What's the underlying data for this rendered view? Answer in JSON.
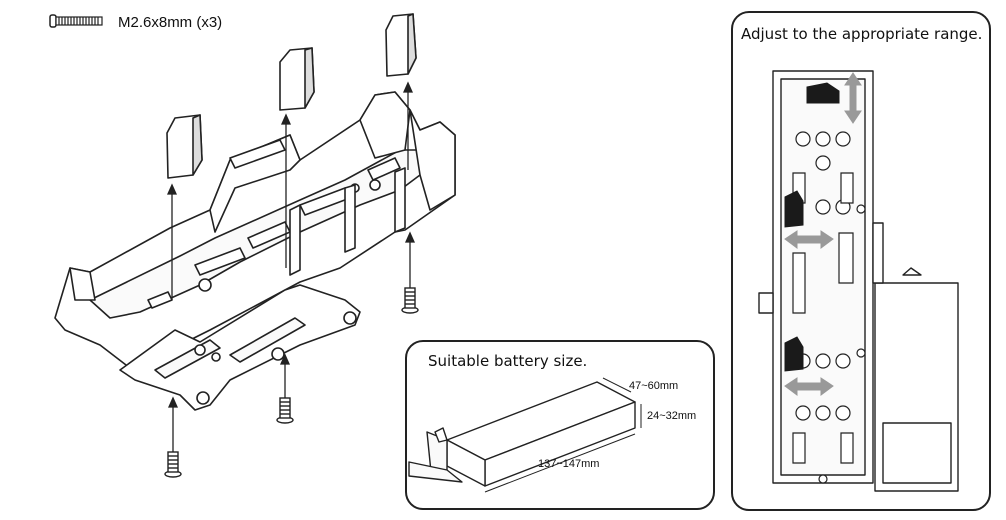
{
  "screw": {
    "label": "M2.6x8mm (x3)",
    "icon": "screw-icon"
  },
  "battery_panel": {
    "title": "Suitable battery size.",
    "width_range": "47~60mm",
    "height_range": "24~32mm",
    "length_range": "137~147mm"
  },
  "adjust_panel": {
    "title": "Adjust to the appropriate range."
  },
  "colors": {
    "line": "#222222",
    "arrow": "#999999",
    "clamp": "#1a1a1a"
  }
}
